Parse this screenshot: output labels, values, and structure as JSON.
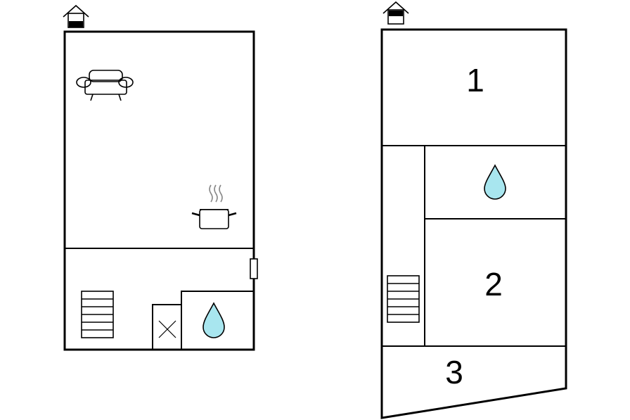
{
  "floors": [
    {
      "name": "ground-floor",
      "level_indicator": "ground",
      "rooms": [],
      "icons": [
        "level-indicator-icon",
        "sofa-icon",
        "cooking-pot-icon",
        "staircase-icon",
        "storage-icon",
        "water-drop-icon",
        "door-icon"
      ]
    },
    {
      "name": "upper-floor",
      "level_indicator": "upper",
      "rooms": [
        {
          "label": "1"
        },
        {
          "label": "2"
        },
        {
          "label": "3"
        }
      ],
      "icons": [
        "level-indicator-icon",
        "water-drop-icon",
        "staircase-icon"
      ]
    }
  ],
  "colors": {
    "wall": "#000000",
    "water": "#a8e6ef",
    "background": "#ffffff"
  }
}
